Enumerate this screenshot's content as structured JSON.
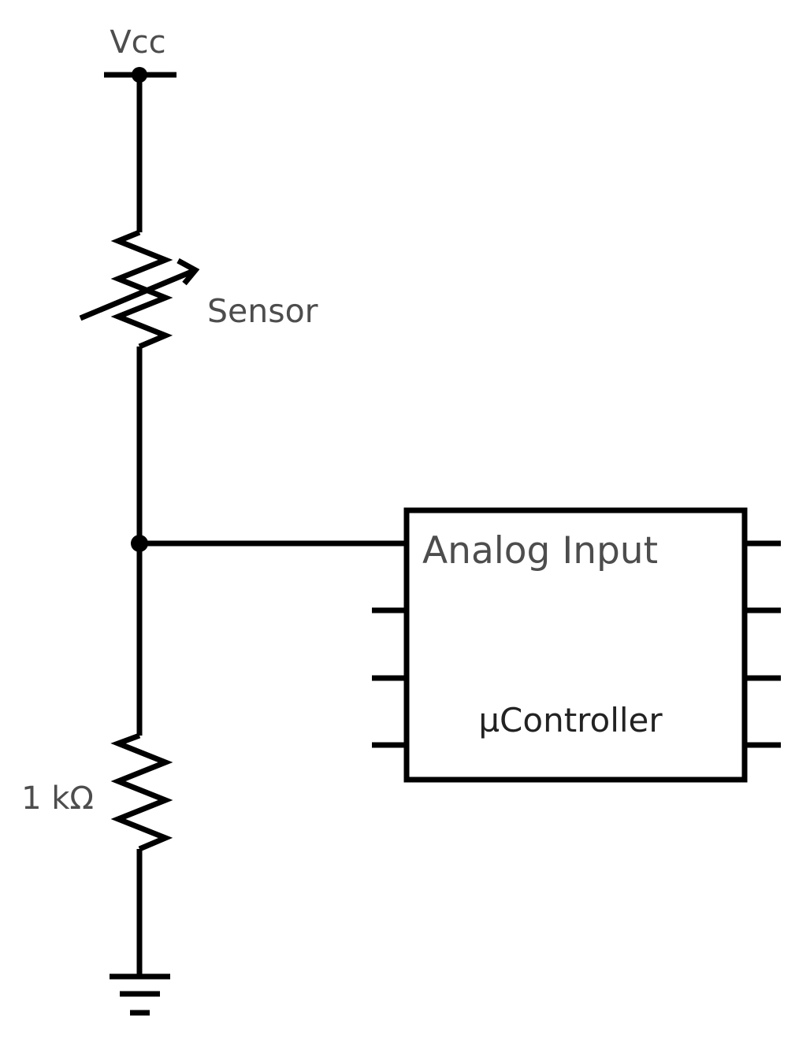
{
  "labels": {
    "vcc": "Vcc",
    "sensor": "Sensor",
    "resistor": "1 kΩ",
    "analog_input": "Analog Input",
    "microcontroller": "µController"
  },
  "components": {
    "sensor": "variable-resistor-symbol",
    "resistor": "resistor-symbol",
    "ground": "ground-symbol",
    "microcontroller": "ic-chip-symbol"
  },
  "colors": {
    "line": "#000000",
    "label_text": "#4d4d4d",
    "chip_text": "#222222",
    "background": "#ffffff"
  }
}
